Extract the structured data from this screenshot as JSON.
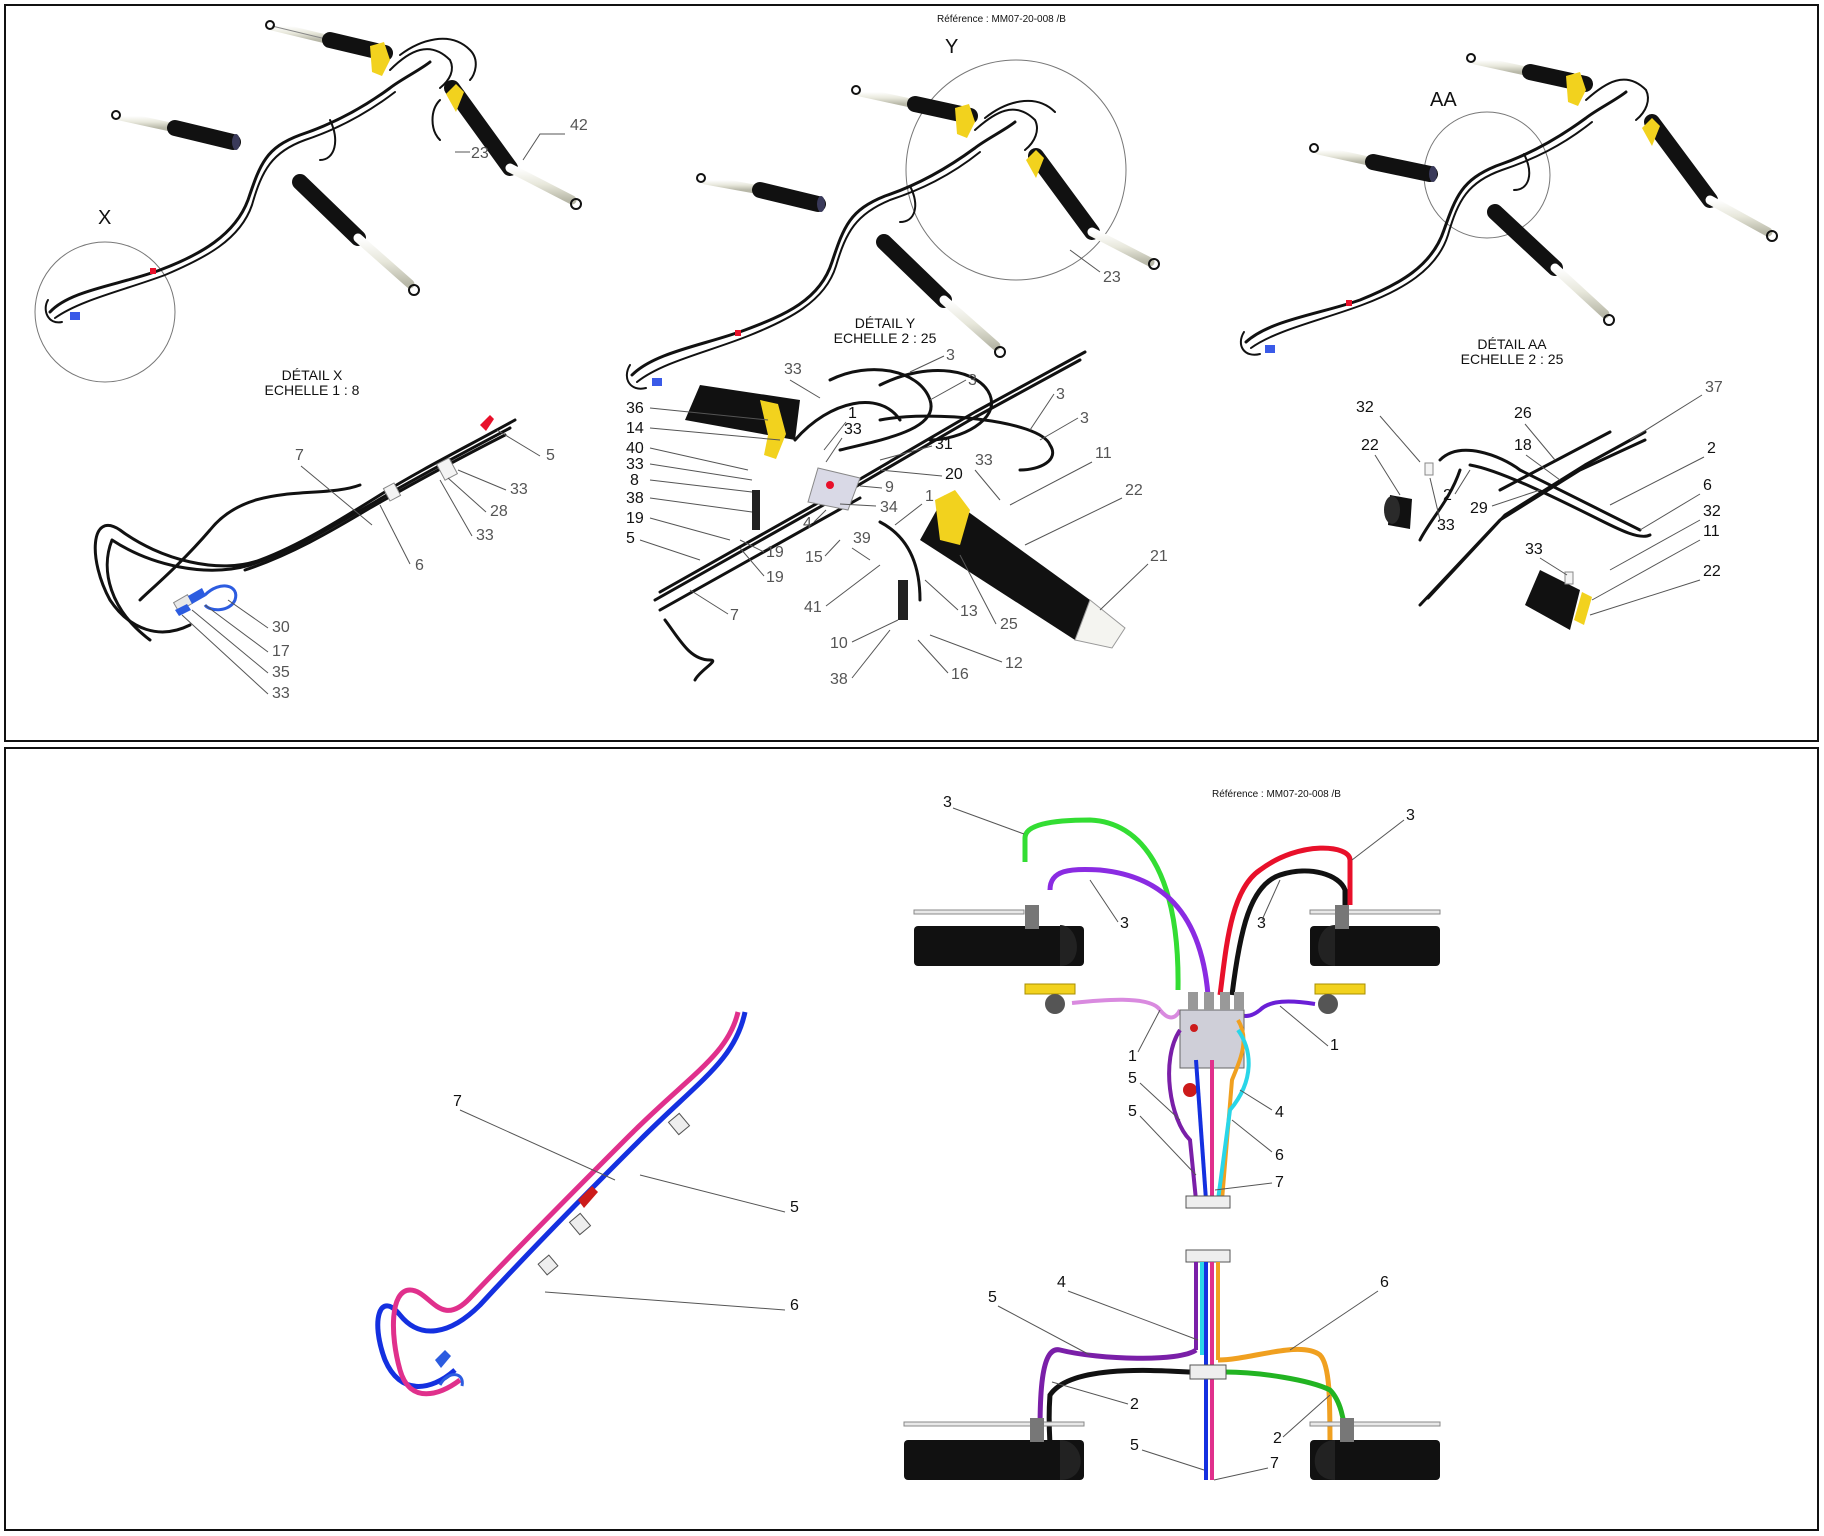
{
  "reference": "Référence : MM07-20-008    /B",
  "detail_letters": {
    "x": "X",
    "y": "Y",
    "aa": "AA"
  },
  "titles": {
    "detail_x": [
      "DÉTAIL X",
      "ECHELLE 1 : 8"
    ],
    "detail_y": [
      "DÉTAIL Y",
      "ECHELLE 2 : 25"
    ],
    "detail_aa": [
      "DÉTAIL AA",
      "ECHELLE 2 : 25"
    ]
  },
  "hose_colors": {
    "h1_purple": "#6a1fd6",
    "h1_pink": "#d98adf",
    "h2_black": "#111111",
    "h2_green": "#22b422",
    "h3_green": "#33dd33",
    "h3_purple": "#8a2be2",
    "h3_red": "#e8102a",
    "h4_cyan": "#29d6e8",
    "h5_purple": "#7a1fa8",
    "h5_blue": "#1430e0",
    "h6_orange": "#f0a020",
    "h7_magenta": "#e0308c",
    "yellow_part": "#f2d21e"
  },
  "callouts": {
    "overview_left": [
      "23",
      "42"
    ],
    "overview_mid": [
      "23"
    ],
    "detail_x": [
      "7",
      "5",
      "33",
      "28",
      "33",
      "6",
      "30",
      "17",
      "35",
      "33"
    ],
    "detail_y": [
      "33",
      "3",
      "3",
      "3",
      "3",
      "36",
      "14",
      "1",
      "33",
      "40",
      "33",
      "8",
      "38",
      "19",
      "5",
      "31",
      "20",
      "9",
      "34",
      "4",
      "19",
      "19",
      "7",
      "33",
      "11",
      "22",
      "1",
      "15",
      "39",
      "41",
      "13",
      "25",
      "21",
      "10",
      "38",
      "16",
      "12"
    ],
    "detail_aa": [
      "37",
      "32",
      "26",
      "22",
      "18",
      "2",
      "2",
      "29",
      "33",
      "6",
      "32",
      "11",
      "33",
      "22"
    ],
    "color_left": [
      "7",
      "5",
      "6"
    ],
    "color_top": [
      "3",
      "3",
      "3",
      "3",
      "1",
      "1",
      "5",
      "5",
      "4",
      "6",
      "7"
    ],
    "color_bottom": [
      "4",
      "6",
      "5",
      "2",
      "2",
      "5",
      "7"
    ]
  }
}
